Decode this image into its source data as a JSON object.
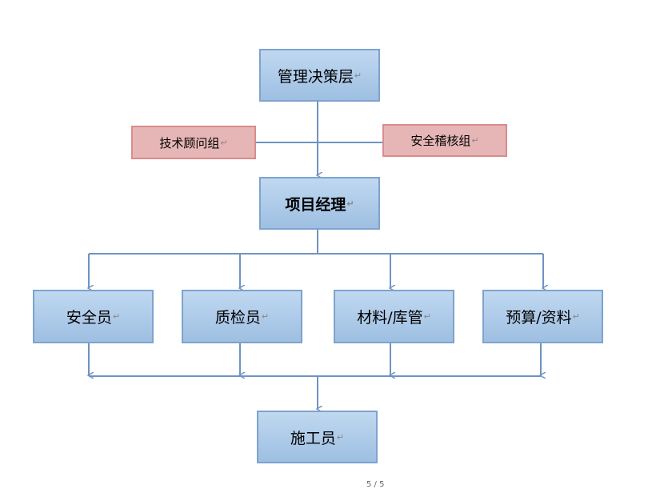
{
  "nodes": {
    "top": "管理决策层",
    "advisor_left": "技术顾问组",
    "advisor_right": "安全稽核组",
    "manager": "项目经理",
    "roles": [
      "安全员",
      "质检员",
      "材料/库管",
      "预算/资料"
    ],
    "bottom": "施工员"
  },
  "paragraph_mark": "↵",
  "page_indicator": "5 / 5",
  "colors": {
    "box_fill": "#b0cdea",
    "box_border": "#7ea3cd",
    "advisor_fill": "#e6b6b6",
    "line": "#6f93c3"
  }
}
